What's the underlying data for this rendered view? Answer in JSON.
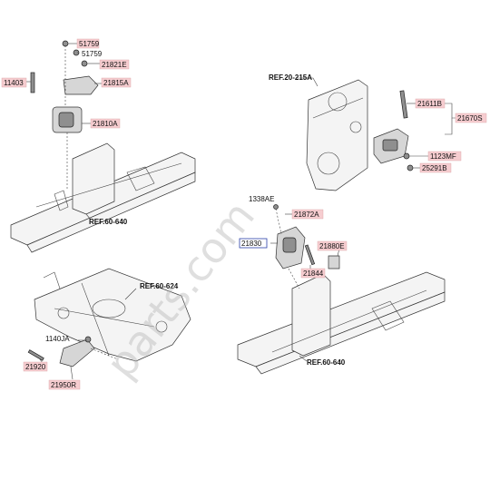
{
  "labels": {
    "p51759a": "51759",
    "p51759b": "51759",
    "p21821E": "21821E",
    "p11403": "11403",
    "p21815A": "21815A",
    "p21810A": "21810A",
    "ref640a": "REF.60-640",
    "ref20215": "REF.20-215A",
    "p21611B": "21611B",
    "p21670S": "21670S",
    "p1123MF": "1123MF",
    "p25291B": "25291B",
    "p1338AE": "1338AE",
    "p21872A": "21872A",
    "p21830": "21830",
    "p21880E": "21880E",
    "p21844": "21844",
    "ref624": "REF.60-624",
    "p1140JA": "1140JA",
    "p21920": "21920",
    "p21950R": "21950R",
    "ref640b": "REF.60-640"
  },
  "watermark": "parts.com",
  "colors": {
    "highlight_fill": "#f6cdd0",
    "selected_outline": "#2a3fa8"
  }
}
